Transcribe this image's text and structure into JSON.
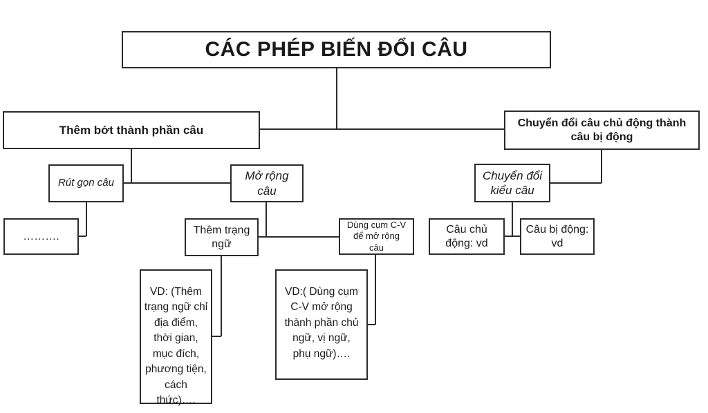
{
  "title": "CÁC PHÉP BIẾN ĐỔI CÂU",
  "nodes": {
    "add_remove": "Thêm bớt thành phần câu",
    "active_passive": "Chuyển đổi câu chủ động thành\ncâu bị động",
    "shorten": "Rút gọn câu",
    "ellipsis": "……….",
    "expand": "Mở rộng\ncâu",
    "add_adverbial": "Thêm trạng\nngữ",
    "use_cv": "Dùng cụm C-V\nđể mở rộng\ncâu",
    "convert_type": "Chuyển đổi\nkiểu câu",
    "active_example": "Câu chủ\nđộng: vd",
    "passive_example": "Câu bị động:\nvd",
    "adverbial_example": "VD: (Thêm\ntrạng ngữ chỉ\nđịa điểm,\nthời gian,\nmục đích,\nphương tiện,\ncách thức)….",
    "cv_example": "VD:( Dùng cụm\nC-V mở rộng\nthành phần chủ\nngữ, vị ngữ,\nphụ ngữ)…."
  }
}
